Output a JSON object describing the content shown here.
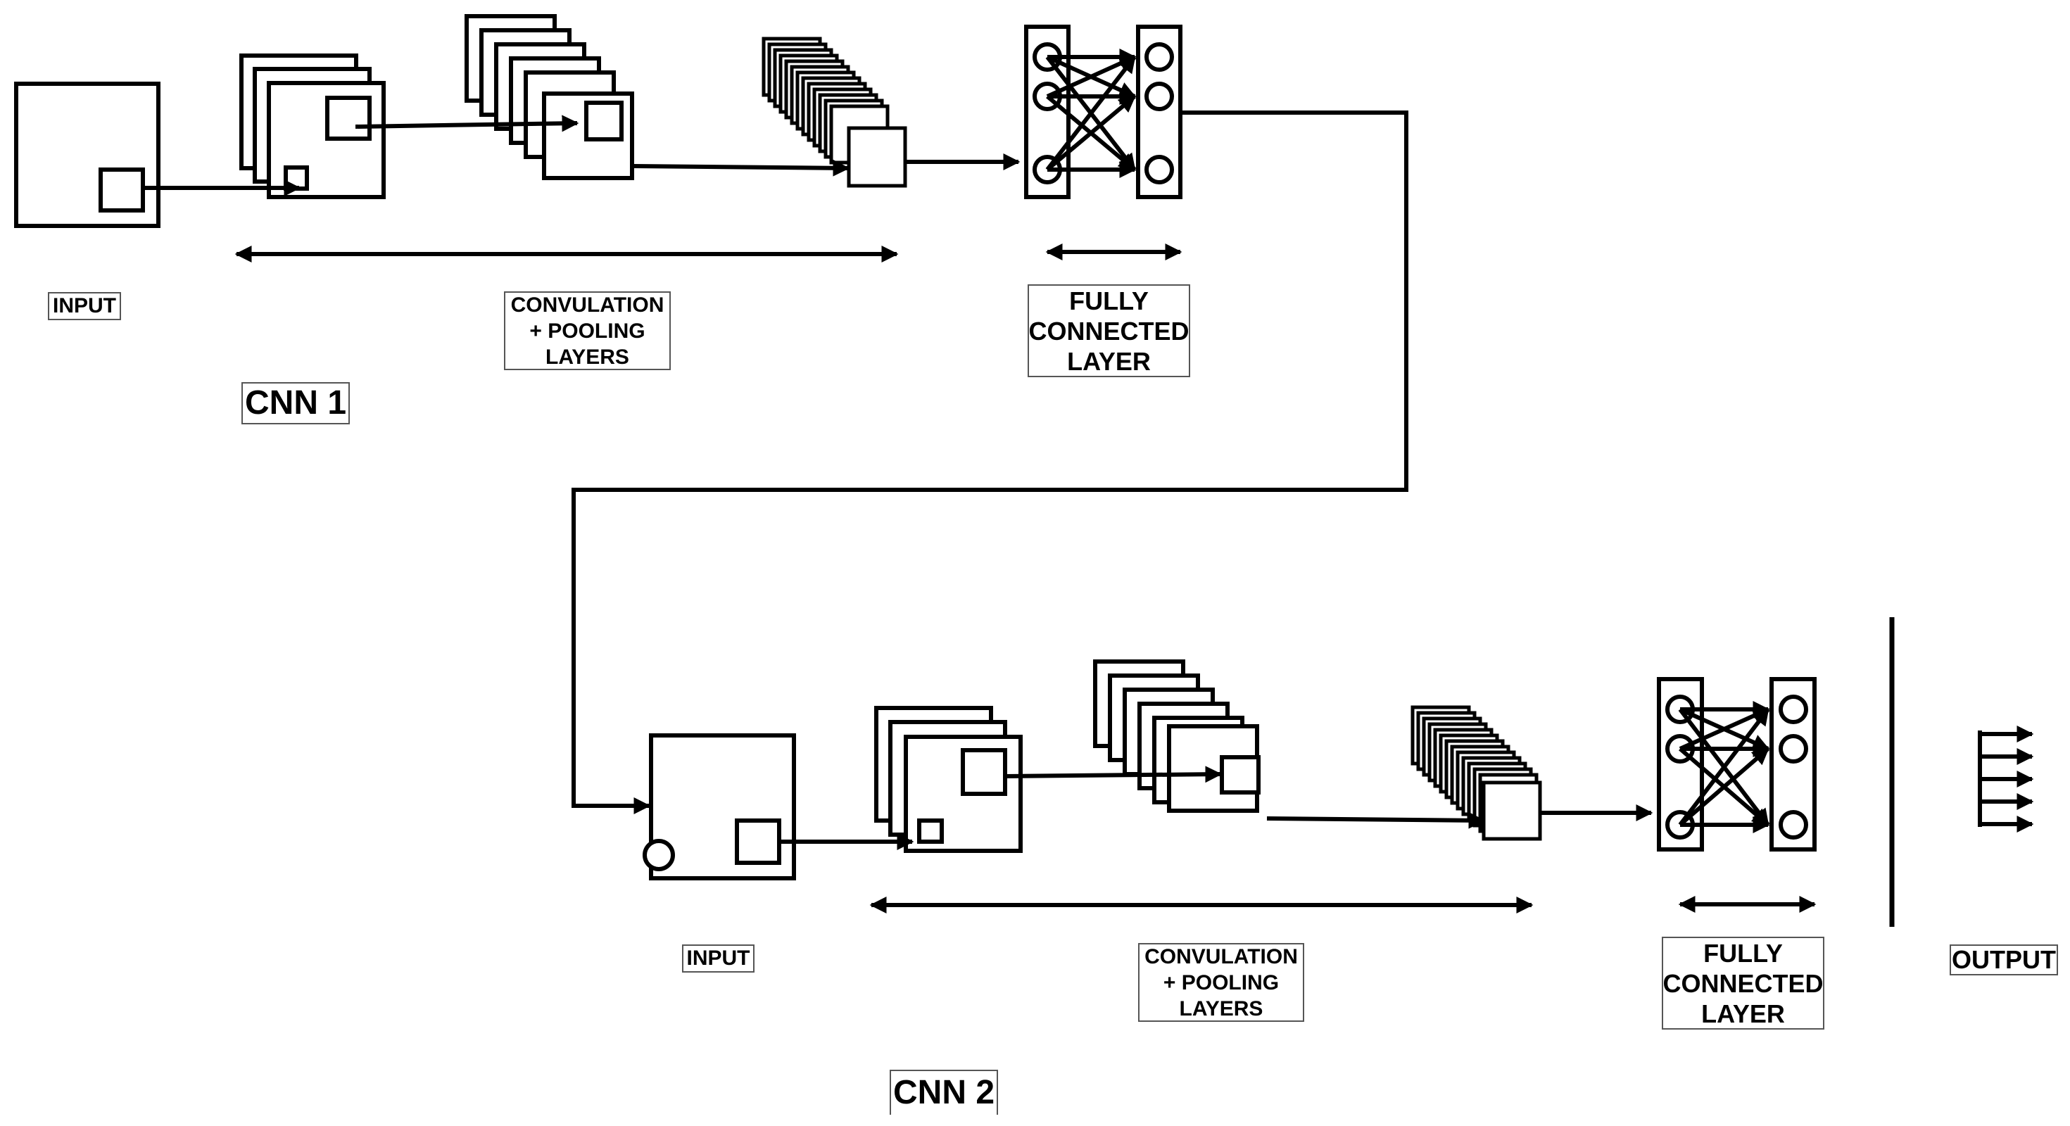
{
  "cnn1": {
    "title": "CNN 1",
    "input_label": "INPUT",
    "conv_label": "CONVULATION\n+ POOLING\nLAYERS",
    "fc_label": "FULLY\nCONNECTED\nLAYER"
  },
  "cnn2": {
    "title": "CNN 2",
    "input_label": "INPUT",
    "conv_label": "CONVULATION\n+ POOLING\nLAYERS",
    "fc_label": "FULLY\nCONNECTED\nLAYER"
  },
  "output_label": "OUTPUT",
  "colors": {
    "stroke": "#000000",
    "label_border": "#555555",
    "background": "#ffffff"
  }
}
